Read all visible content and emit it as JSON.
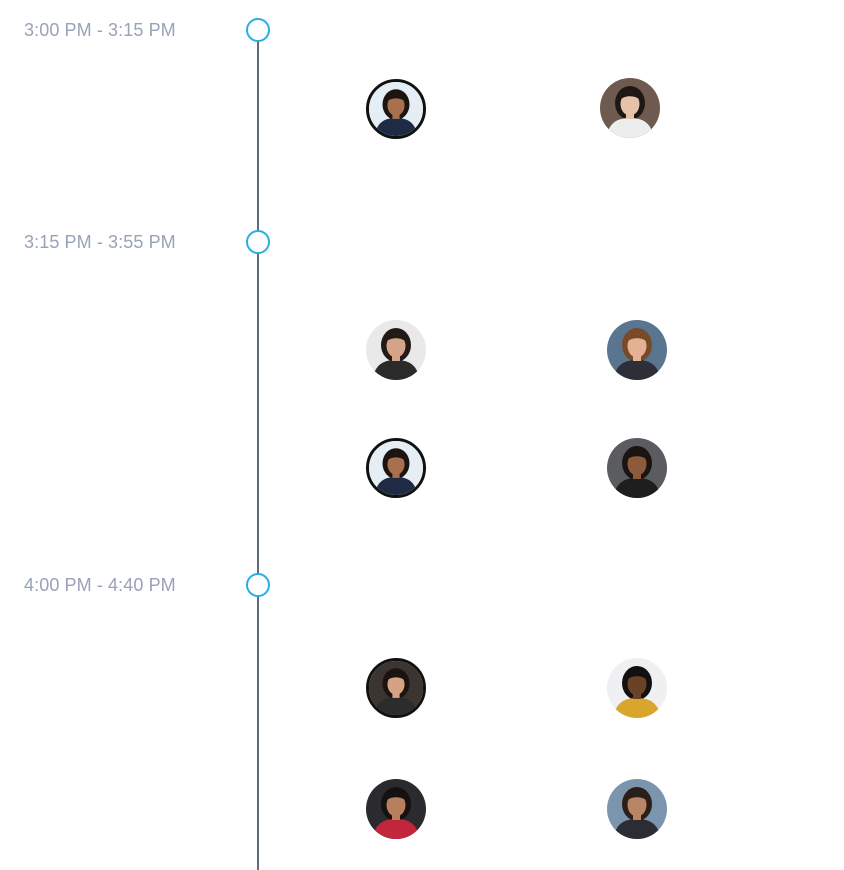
{
  "schedule": {
    "slots": [
      {
        "time": "3:00 PM - 3:15 PM",
        "speakers": [
          {
            "avatar": "man-suit-avatar",
            "bg": "#e6eef5",
            "skin": "#a8714d",
            "hair": "#1b1410",
            "shirt": "#1f2a44",
            "ringed": true
          },
          {
            "avatar": "woman-dark-hair-avatar",
            "bg": "#6e5a4e",
            "skin": "#e6c2a8",
            "hair": "#1e1814",
            "shirt": "#ededed",
            "ringed": false
          }
        ]
      },
      {
        "time": "3:15 PM - 3:55 PM",
        "speakers": [
          {
            "avatar": "woman-long-hair-avatar",
            "bg": "#eae9ea",
            "skin": "#d3a486",
            "hair": "#231a16",
            "shirt": "#2a2a2a",
            "ringed": false
          },
          {
            "avatar": "woman-brown-hair-avatar",
            "bg": "#5a7590",
            "skin": "#e3b294",
            "hair": "#7a4a28",
            "shirt": "#2e2e38",
            "ringed": false
          },
          {
            "avatar": "man-suit-avatar",
            "bg": "#e6eef5",
            "skin": "#a8714d",
            "hair": "#1b1410",
            "shirt": "#1f2a44",
            "ringed": true
          },
          {
            "avatar": "woman-gray-bg-avatar",
            "bg": "#5b5c60",
            "skin": "#8e5a3c",
            "hair": "#1a1412",
            "shirt": "#1e1e1e",
            "ringed": false
          }
        ]
      },
      {
        "time": "4:00 PM - 4:40 PM",
        "speakers": [
          {
            "avatar": "woman-smiling-avatar",
            "bg": "#3c3430",
            "skin": "#d5a283",
            "hair": "#1a1310",
            "shirt": "#2c2c2c",
            "ringed": true
          },
          {
            "avatar": "woman-patterned-top-avatar",
            "bg": "#f0f0f2",
            "skin": "#6b4128",
            "hair": "#121010",
            "shirt": "#d9a62c",
            "ringed": false
          },
          {
            "avatar": "woman-red-top-avatar",
            "bg": "#2b2a2e",
            "skin": "#b77f5c",
            "hair": "#141111",
            "shirt": "#c2263d",
            "ringed": false
          },
          {
            "avatar": "woman-outdoor-avatar",
            "bg": "#7a95ad",
            "skin": "#b98665",
            "hair": "#2a1f19",
            "shirt": "#2c2c34",
            "ringed": false
          }
        ]
      }
    ]
  },
  "colors": {
    "line": "#5f6c80",
    "marker": "#29aee3",
    "time_text": "#98a2b8"
  }
}
